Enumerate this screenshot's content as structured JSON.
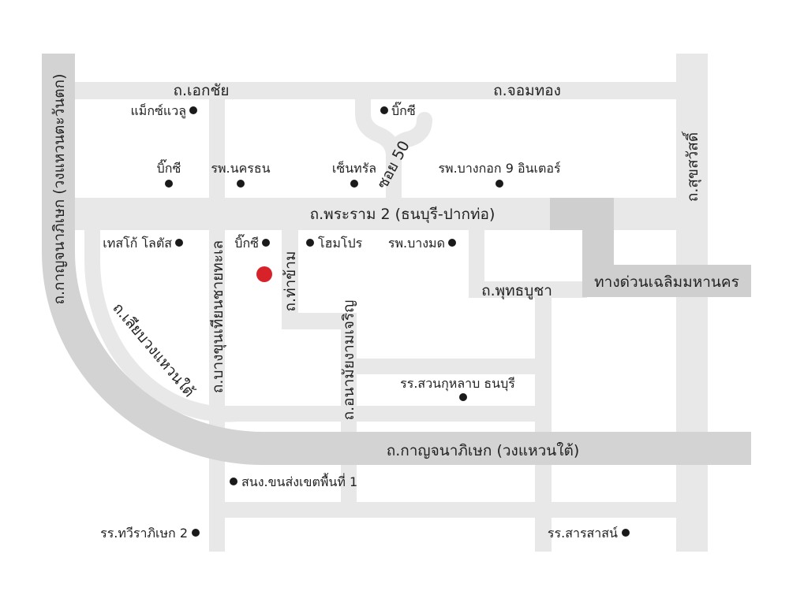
{
  "colors": {
    "road": "#e8e8e9",
    "highway": "#d3d3d4",
    "expressway": "#cfcfd0",
    "marker": "#d7222a",
    "poi": "#1a1a1a"
  },
  "roads": {
    "ekkachai": "ถ.เอกชัย",
    "chomthong": "ถ.จอมทอง",
    "rama2": "ถ.พระราม 2 (ธนบุรี-ปากท่อ)",
    "suksawat": "ถ.สุขสวัสดิ์",
    "kanchanaphisek_west": "ถ.กาญจนาภิเษก (วงแหวนตะวันตก)",
    "kanchanaphisek_south": "ถ.กาญจนาภิเษก (วงแหวนใต้)",
    "liap_wongwaen": "ถ.เลียบวงแหวนใต้",
    "bang_khun_thian": "ถ.บางขุนเทียนชายทะเล",
    "tha_kham": "ถ.ท่าข้าม",
    "anamai": "ถ.อนามัยงามเจริญ",
    "soi50": "ซอย 50",
    "phutthabucha": "ถ.พุทธบูชา",
    "expressway": "ทางด่วนเฉลิมมหานคร"
  },
  "places": {
    "maxvalu": "แม็กซ์แวลู",
    "bigc_top": "บิ๊กซี",
    "bigc_1": "บิ๊กซี",
    "nakornthon": "รพ.นครธน",
    "central": "เซ็นทรัล",
    "bangkok9": "รพ.บางกอก 9 อินเตอร์",
    "tesco": "เทสโก้ โลตัส",
    "bigc_2": "บิ๊กซี",
    "homepro": "โฮมโปร",
    "bangmod": "รพ.บางมด",
    "suankularb": "รร.สวนกุหลาบ ธนบุรี",
    "dlt": "สนง.ขนส่งเขตพื้นที่ 1",
    "thawee": "รร.ทวีราภิเษก 2",
    "sarasas": "รร.สารสาสน์"
  }
}
